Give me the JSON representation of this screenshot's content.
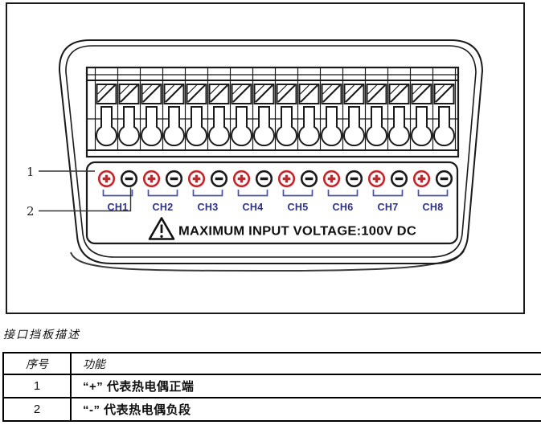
{
  "figure": {
    "leaders": [
      {
        "label": "1",
        "points_to": "positive-terminal"
      },
      {
        "label": "2",
        "points_to": "negative-terminal"
      }
    ],
    "device": {
      "channels": [
        "CH1",
        "CH2",
        "CH3",
        "CH4",
        "CH5",
        "CH6",
        "CH7",
        "CH8"
      ],
      "terminal_positions": 16,
      "positive_symbol": "+",
      "negative_symbol": "−",
      "warning_icon": "warning-triangle-icon",
      "warning_text": "MAXIMUM INPUT VOLTAGE:100V DC",
      "colors": {
        "positive": "#c1272d",
        "negative": "#1b1b1b",
        "channel_label": "#2b3193",
        "bracket": "#4a52a5",
        "outline": "#1a1a1a"
      }
    }
  },
  "caption": "接口挡板描述",
  "table": {
    "headers": [
      "序号",
      "功能"
    ],
    "rows": [
      {
        "no": "1",
        "function": "“+” 代表热电偶正端"
      },
      {
        "no": "2",
        "function": "“-” 代表热电偶负段"
      }
    ]
  }
}
